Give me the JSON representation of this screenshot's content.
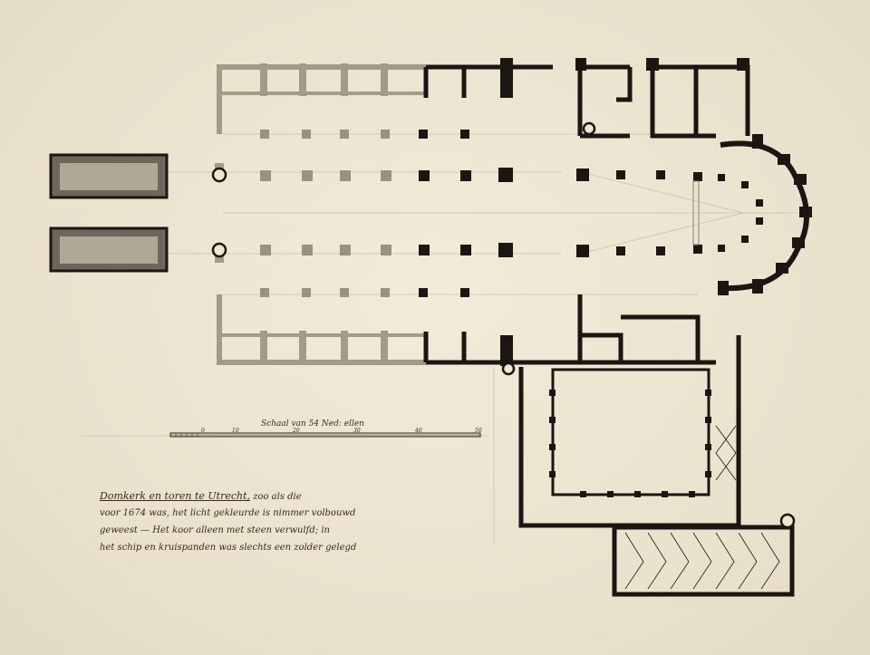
{
  "scale": {
    "title": "Schaal van 54 Ned: ellen",
    "ticks": [
      "0",
      "10",
      "20",
      "30",
      "40",
      "50"
    ]
  },
  "caption": {
    "title": "Domkerk en toren te Utrecht,",
    "title_rest": "zoo als die",
    "line2": "voor 1674 was, het licht gekleurde is nimmer volbouwd",
    "line3": "geweest — Het koor alleen met steen verwulfd; in",
    "line4": "het schip en kruispanden was slechts een zolder gelegd"
  },
  "colors": {
    "paper": "#ede6d3",
    "ink": "#1c1612",
    "wash_light": "#cfc6b3",
    "wash_mid": "#9a9182"
  }
}
